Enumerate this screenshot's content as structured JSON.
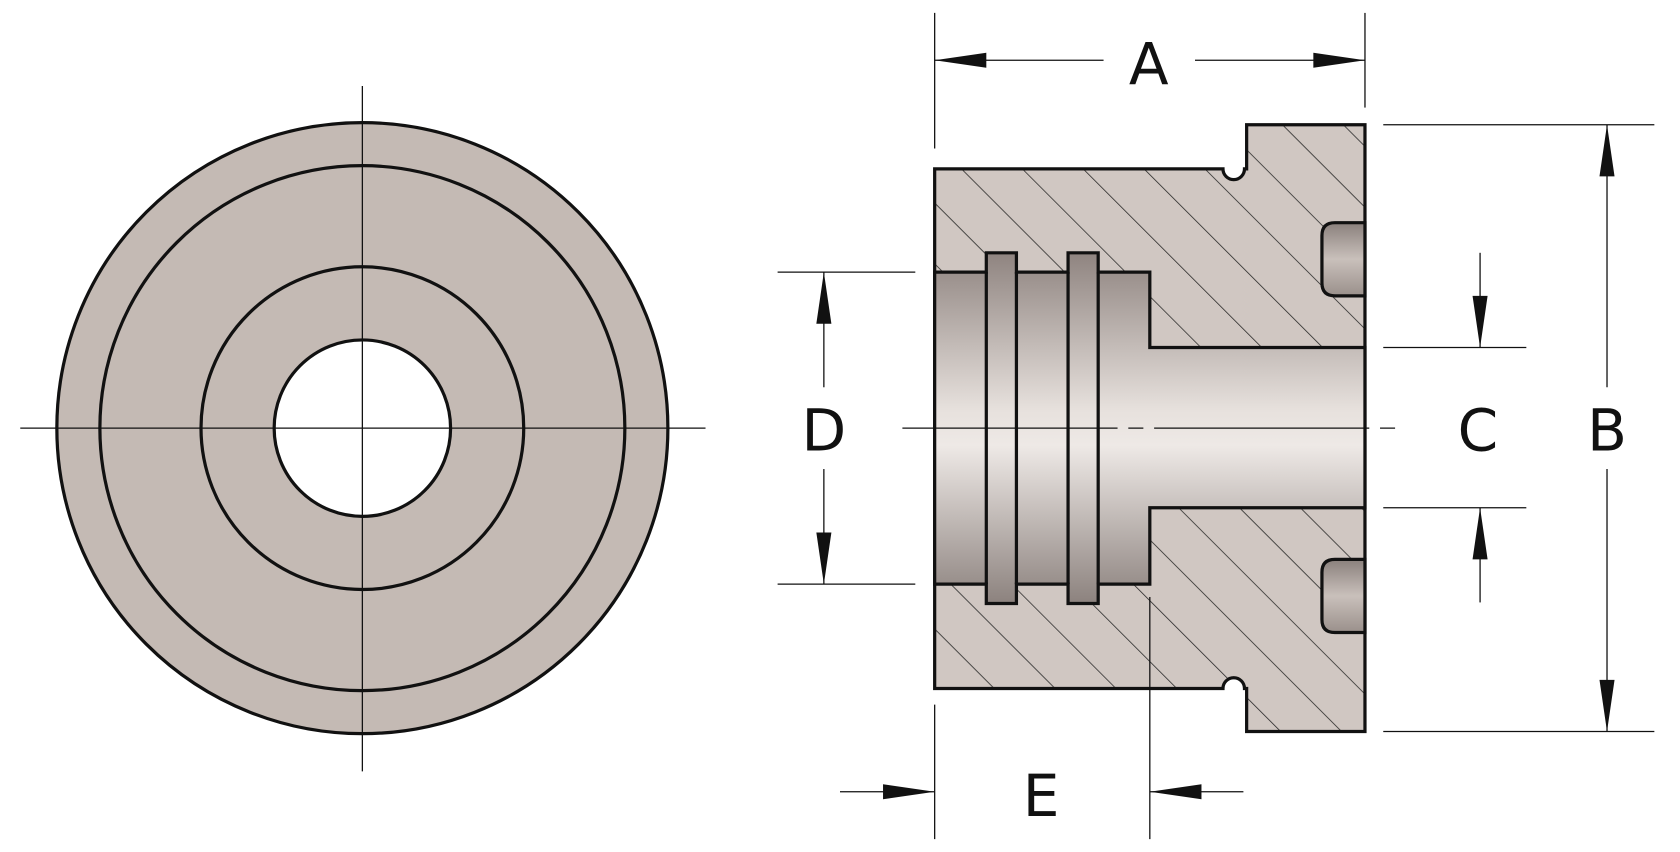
{
  "dimensions": {
    "a": "A",
    "b": "B",
    "c": "C",
    "d": "D",
    "e": "E"
  },
  "colors": {
    "body": "#c4bab4",
    "hatch_bg": "#d0c7c2",
    "line": "#111111"
  }
}
